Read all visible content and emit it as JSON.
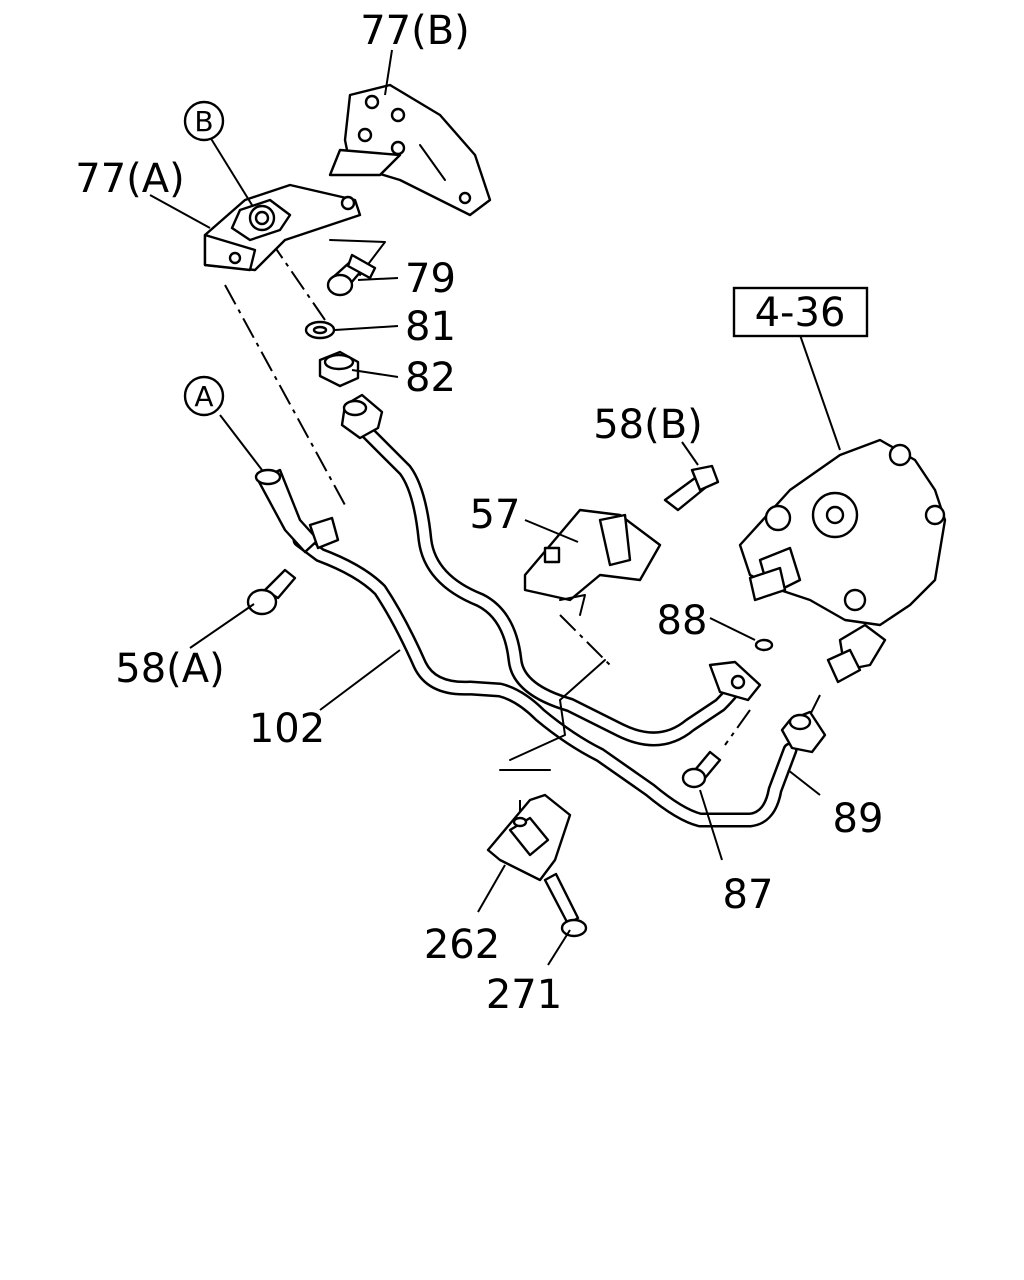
{
  "callouts": {
    "c77b": "77(B)",
    "c77a": "77(A)",
    "c79": "79",
    "c81": "81",
    "c82": "82",
    "c58b": "58(B)",
    "c57": "57",
    "c58a": "58(A)",
    "c102": "102",
    "c88": "88",
    "c89": "89",
    "c87": "87",
    "c262": "262",
    "c271": "271"
  },
  "reference_box": "4-36",
  "circle_markers": {
    "b": "B",
    "a": "A"
  }
}
